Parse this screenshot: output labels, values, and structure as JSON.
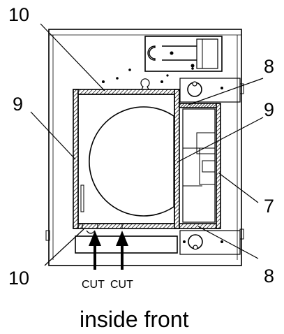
{
  "callouts": {
    "top_left": "10",
    "left": "9",
    "bottom_left": "10",
    "top_right": "8",
    "right_upper": "9",
    "right_lower": "7",
    "bottom_right": "8"
  },
  "cut_labels": [
    "CUT",
    "CUT"
  ],
  "caption": "inside front"
}
